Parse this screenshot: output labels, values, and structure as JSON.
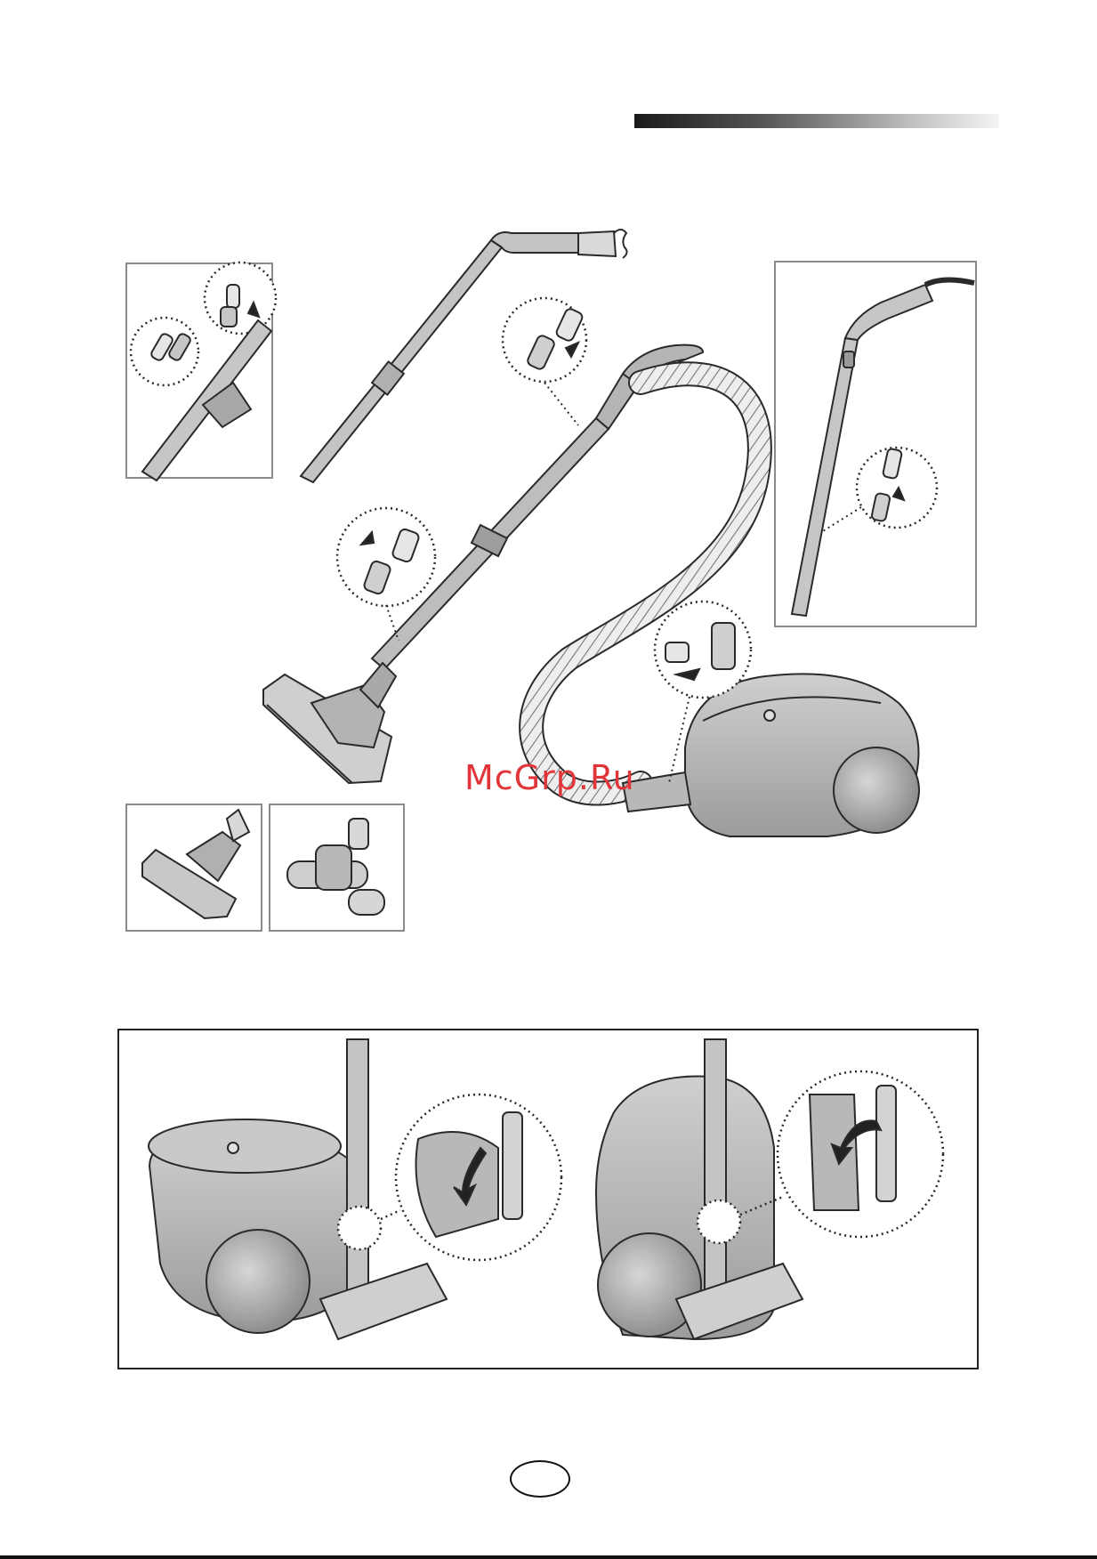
{
  "watermark": {
    "text": "McGrp.Ru",
    "color": "#e2353a"
  },
  "page_number": {
    "text": ""
  },
  "figures": {
    "assembly_main": {
      "icon": "vacuum-assembly-illustration"
    },
    "hose_handle_detail": {
      "icon": "hose-handle-connection-detail"
    },
    "telescopic_pipe_detail": {
      "icon": "telescopic-pipe-adjust-detail"
    },
    "straight_pipe_detail": {
      "icon": "pipe-connection-detail"
    },
    "floor_nozzle_variant_a": {
      "icon": "floor-brush-illustration"
    },
    "floor_nozzle_variant_b": {
      "icon": "turbo-brush-illustration"
    },
    "storage_horizontal": {
      "icon": "parking-horizontal-illustration"
    },
    "storage_vertical": {
      "icon": "parking-vertical-illustration"
    }
  },
  "colors": {
    "body": "#b8b8b8",
    "outline": "#2a2a2a",
    "hose": "#e8e8e8"
  }
}
